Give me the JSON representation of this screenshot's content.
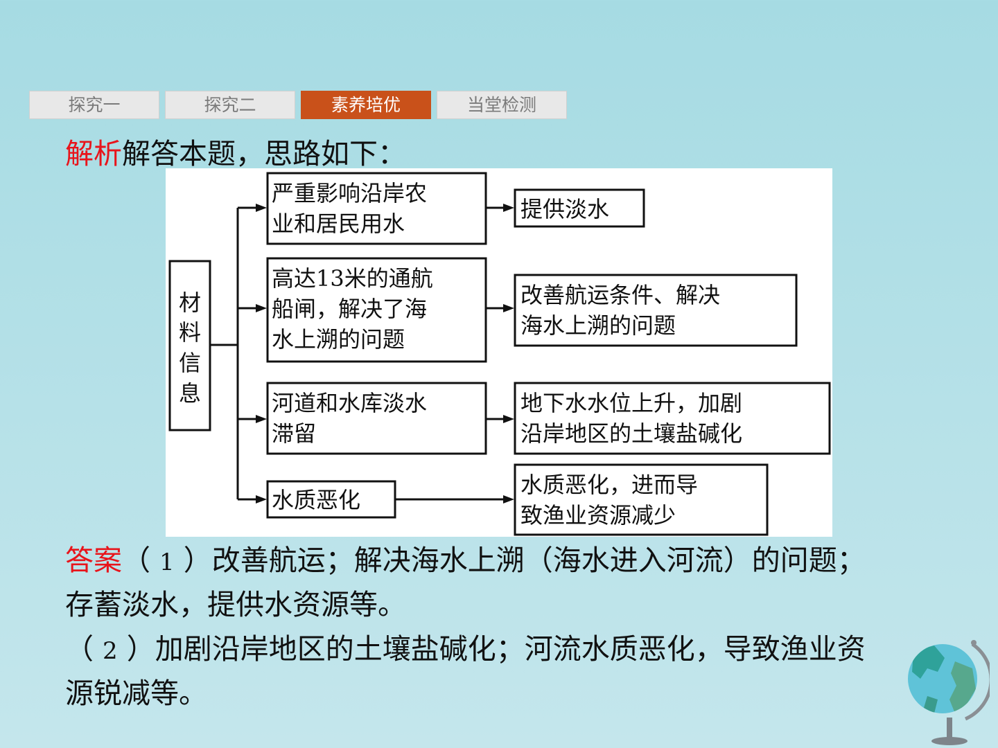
{
  "tabs": [
    {
      "label": "探究一",
      "active": false
    },
    {
      "label": "探究二",
      "active": false
    },
    {
      "label": "素养培优",
      "active": true
    },
    {
      "label": "当堂检测",
      "active": false
    }
  ],
  "analysis": {
    "label": "解析",
    "text": "解答本题，思路如下："
  },
  "diagram": {
    "root": "材料信息",
    "root_lines": [
      "材",
      "料",
      "信",
      "息"
    ],
    "rows": [
      {
        "info_lines": [
          "严重影响沿岸农",
          "业和居民用水"
        ],
        "result_lines": [
          "提供淡水"
        ]
      },
      {
        "info_lines": [
          "高达13米的通航",
          "船闸，解决了海",
          "水上溯的问题"
        ],
        "result_lines": [
          "改善航运条件、解决",
          "海水上溯的问题"
        ]
      },
      {
        "info_lines": [
          "河道和水库淡水",
          "滞留"
        ],
        "result_lines": [
          "地下水水位上升，加剧",
          "沿岸地区的土壤盐碱化"
        ]
      },
      {
        "info_lines": [
          "水质恶化"
        ],
        "result_lines": [
          "水质恶化，进而导",
          "致渔业资源减少"
        ]
      }
    ]
  },
  "answer": {
    "label": "答案",
    "part1_num": "1",
    "part1_line1": "改善航运；解决海水上溯（海水进入河流）的问题；",
    "part1_line2": "存蓄淡水，提供水资源等。",
    "part2_num": "2",
    "part2_line1": "加剧沿岸地区的土壤盐碱化；河流水质恶化，导致渔业资",
    "part2_line2": "源锐减等。"
  },
  "icons": {
    "globe": "globe-icon"
  },
  "colors": {
    "accent": "#c9511a",
    "label_red": "#e8141b",
    "background": "#a6dbe3"
  }
}
